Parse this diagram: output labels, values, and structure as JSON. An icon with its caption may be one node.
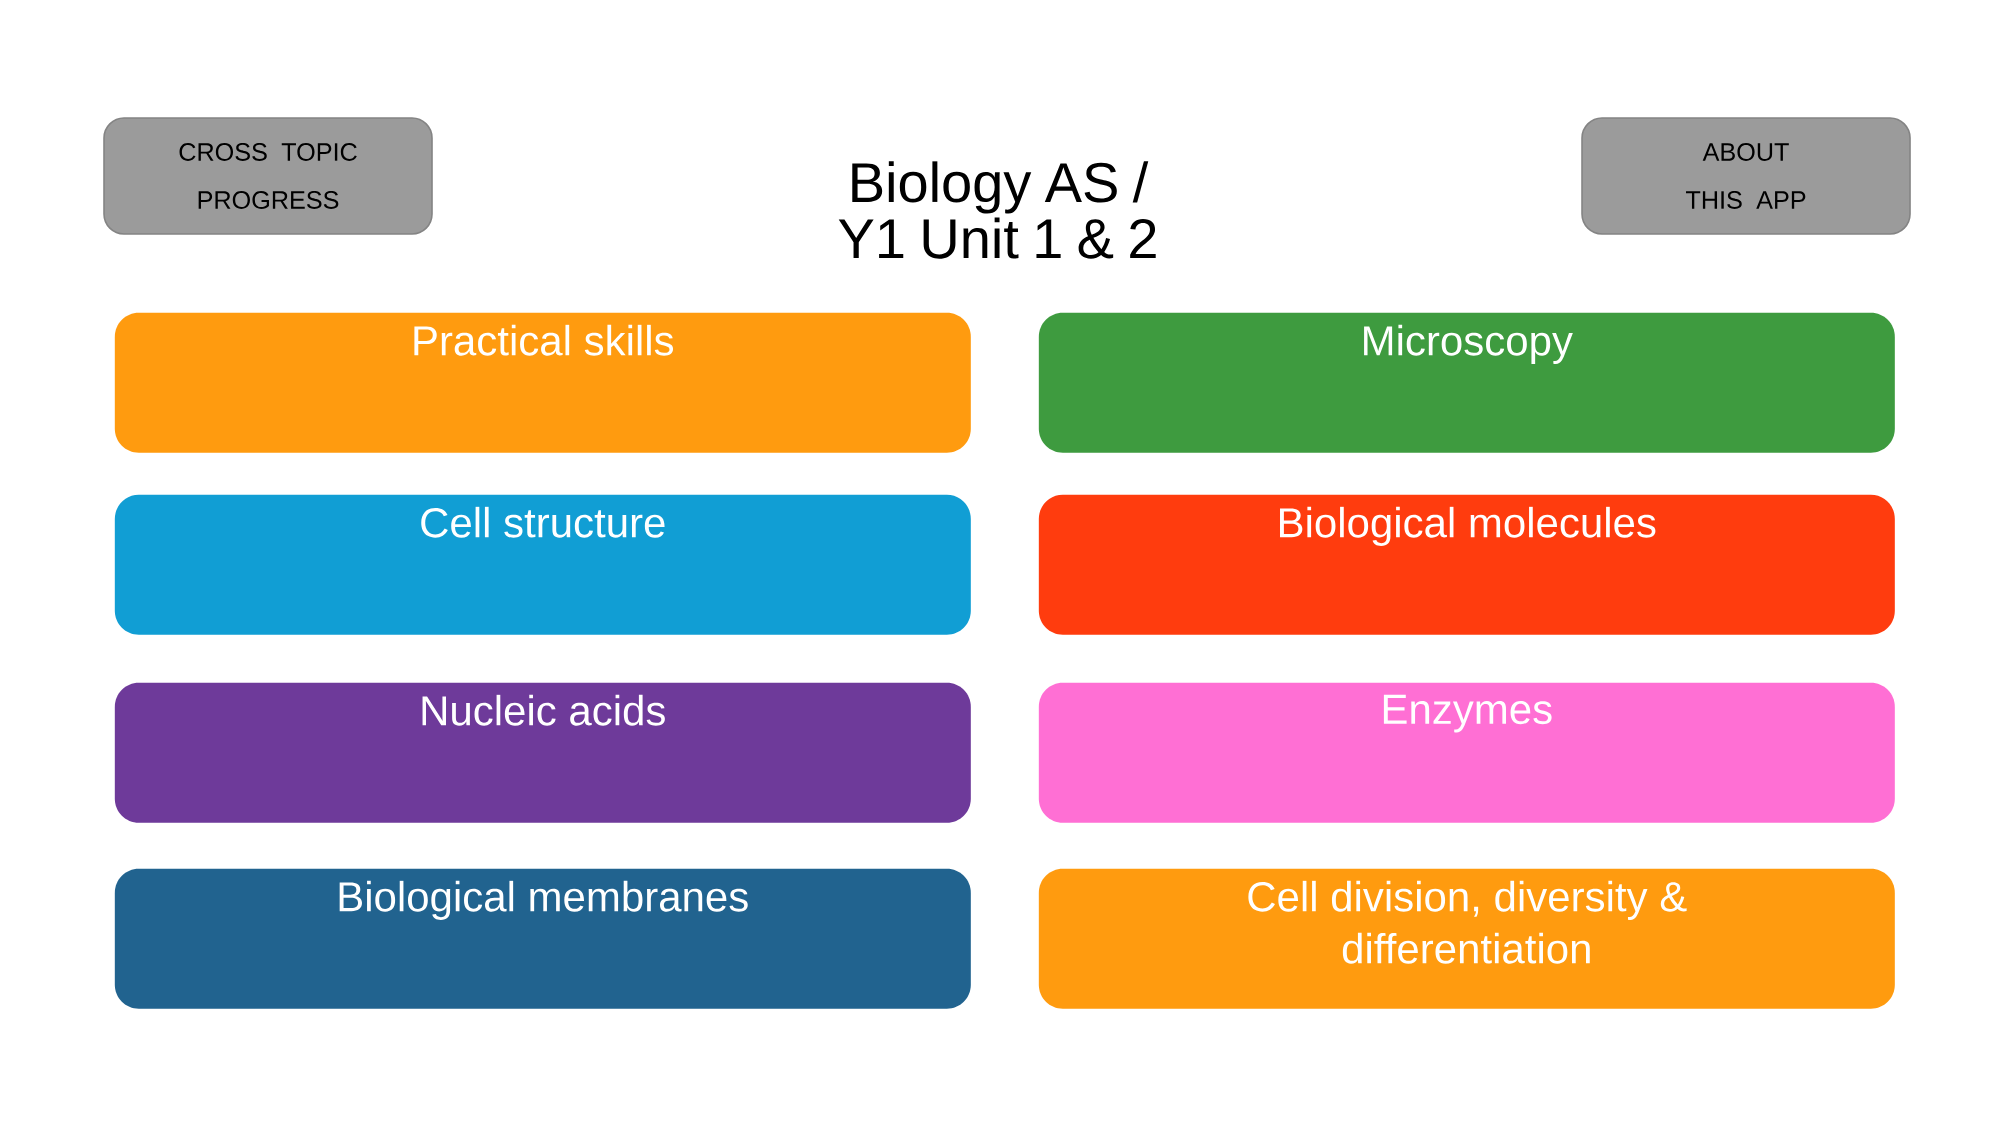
{
  "diagram": {
    "title": "Biology AS / Y1 Unit 1 & 2",
    "nodes": [
      {
        "text": [
          "CROSS TOPIC PROGRESS"
        ]
      },
      {
        "text": [
          "ABOUT THIS APP"
        ]
      },
      {
        "text": [
          "Practical skills"
        ]
      },
      {
        "text": [
          "Microscopy"
        ]
      },
      {
        "text": [
          "Cell structure"
        ]
      },
      {
        "text": [
          "Biological molecules"
        ]
      },
      {
        "text": [
          "Nucleic acids"
        ]
      },
      {
        "text": [
          "Enzymes"
        ]
      },
      {
        "text": [
          "Biological membranes"
        ]
      },
      {
        "text": [
          "Cell division, diversity & differentiation"
        ]
      }
    ],
    "edges": []
  }
}
